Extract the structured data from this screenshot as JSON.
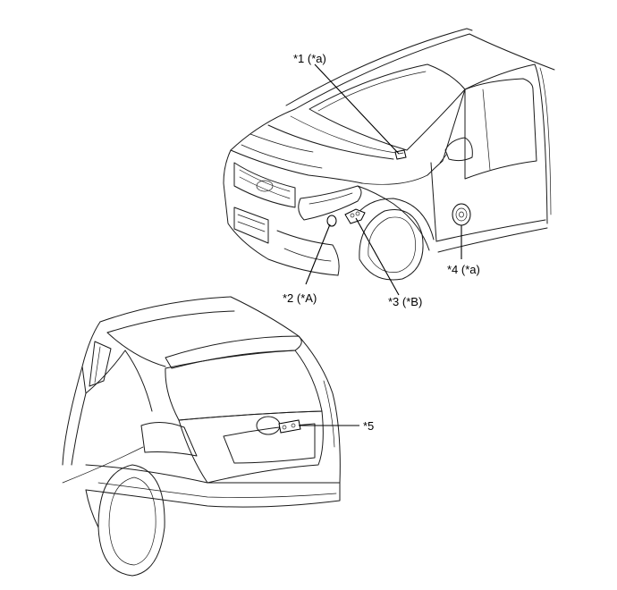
{
  "callouts": {
    "c1": "*1 (*a)",
    "c2": "*2 (*A)",
    "c3": "*3 (*B)",
    "c4": "*4 (*a)",
    "c5": "*5"
  }
}
